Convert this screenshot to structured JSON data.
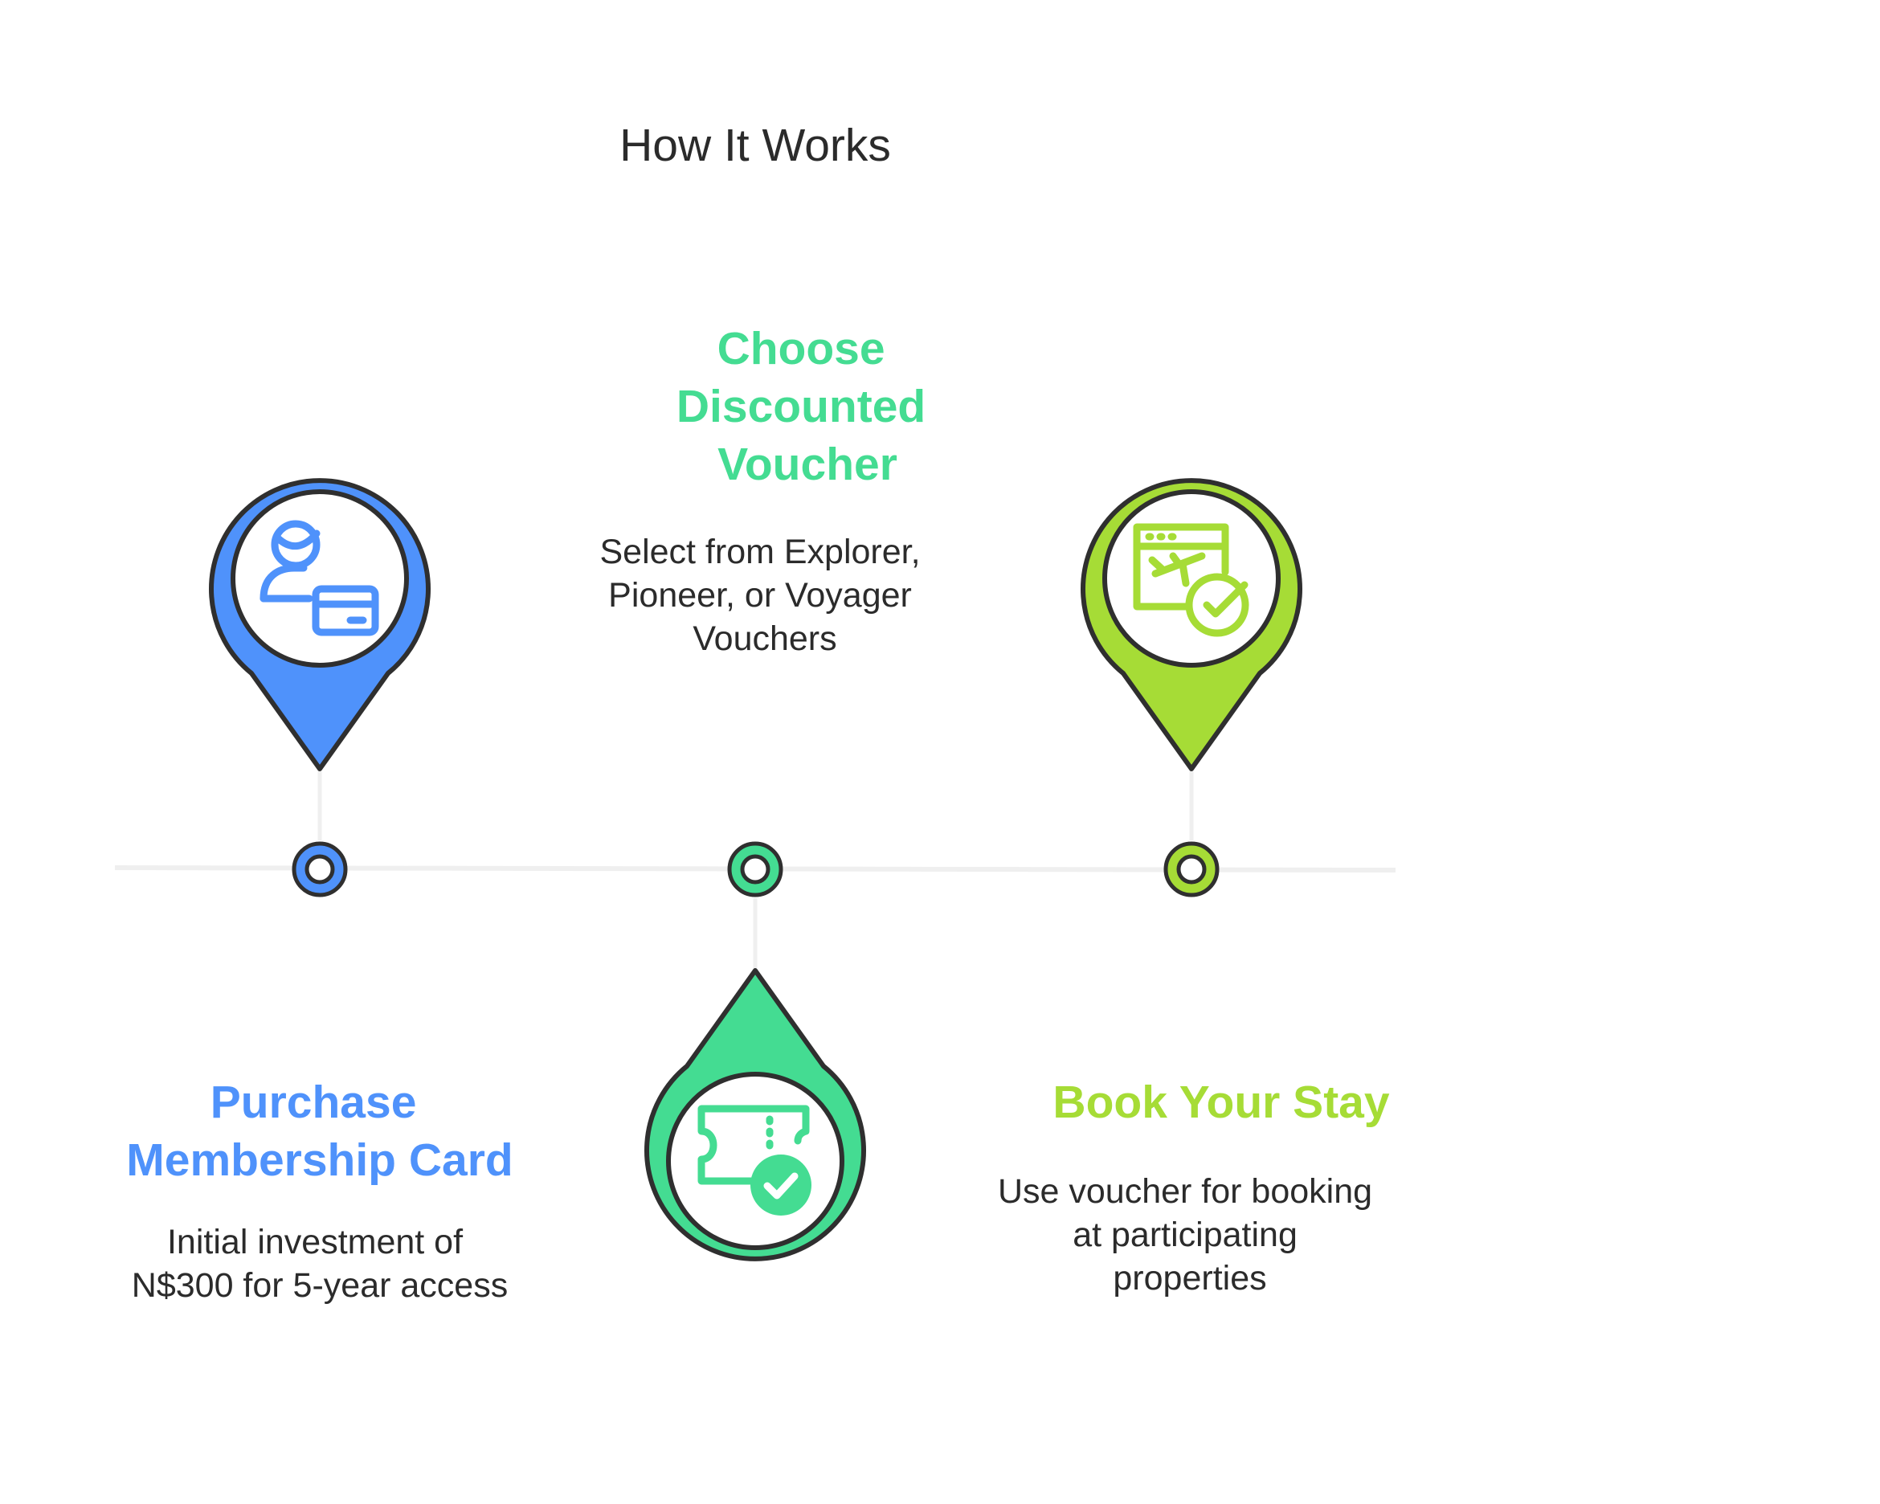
{
  "title": "How It Works",
  "colors": {
    "blue": "#4f92fb",
    "green": "#44dc92",
    "lime": "#a6dc36",
    "outline": "#2f2f2f",
    "timeline": "#efefef",
    "text": "#2b2b2b"
  },
  "steps": [
    {
      "title_lines": [
        "Purchase",
        "Membership Card"
      ],
      "description_lines": [
        "Initial investment of",
        "N$300 for 5-year access"
      ],
      "icon": "user-credit-card-icon",
      "color": "#4f92fb"
    },
    {
      "title_lines": [
        "Choose",
        "Discounted",
        "Voucher"
      ],
      "description_lines": [
        "Select from Explorer,",
        "Pioneer, or Voyager",
        "Vouchers"
      ],
      "icon": "ticket-check-icon",
      "color": "#44dc92"
    },
    {
      "title_lines": [
        "Book Your Stay"
      ],
      "description_lines": [
        "Use voucher for booking",
        "at participating",
        "properties"
      ],
      "icon": "flight-booking-check-icon",
      "color": "#a6dc36"
    }
  ]
}
